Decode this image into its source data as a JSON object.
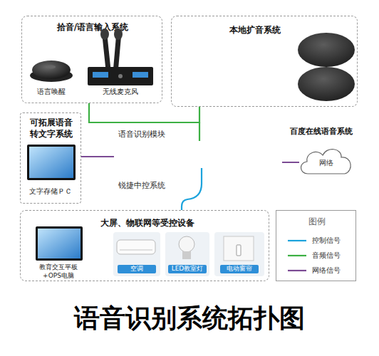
{
  "diagram": {
    "title": "语音识别系统拓扑图",
    "nodes": [
      {
        "text": [
          "拾音/语言输入系统"
        ]
      },
      {
        "text": [
          "本地扩音系统"
        ]
      },
      {
        "text": [
          "可拓展语音 转文字系统"
        ]
      },
      {
        "text": [
          "百度在线语音系统",
          "网络"
        ]
      },
      {
        "text": [
          "大屏、物联网等受控设备"
        ]
      },
      {
        "text": [
          "空调"
        ],
        "in": 4
      },
      {
        "text": [
          "LED教室灯"
        ],
        "in": 4
      },
      {
        "text": [
          "电动窗帘"
        ],
        "in": 4
      },
      {
        "text": [
          "图例"
        ]
      }
    ],
    "edges": [
      {
        "from": 0,
        "to": 1,
        "arrow": "none"
      }
    ],
    "labels": [
      "语言唤醒",
      "无线麦克风",
      "文字存储ＰＣ",
      "语音识别模块",
      "锐捷中控系统",
      "教育交互平板 +OPS电脑"
    ],
    "legend": [
      {
        "text": "控制信号"
      },
      {
        "text": "音频信号"
      },
      {
        "text": "网络信号"
      }
    ]
  }
}
